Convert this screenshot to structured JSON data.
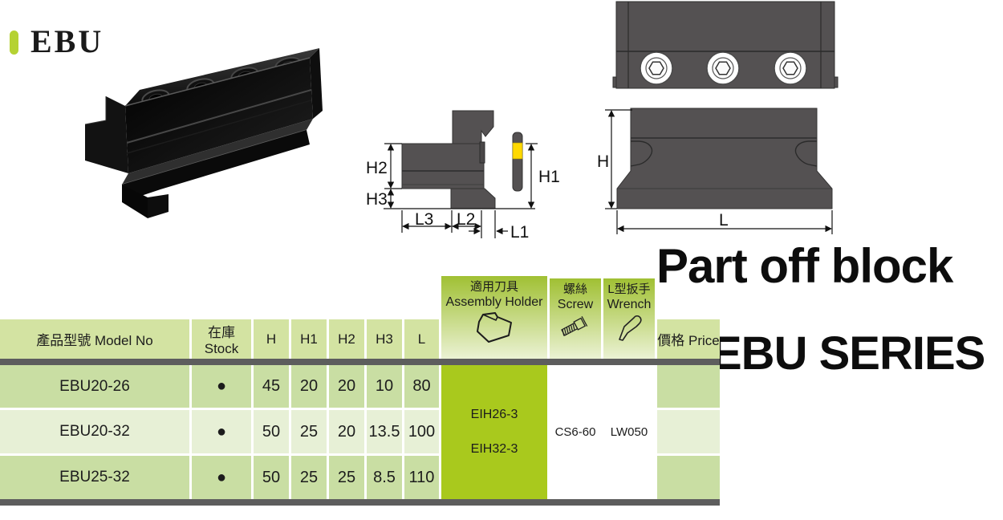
{
  "logo": {
    "text": "EBU"
  },
  "headline": {
    "title": "Part off block",
    "series": "EBU SERIES"
  },
  "diagrams": {
    "side_view": {
      "labels": {
        "h2": "H2",
        "h3": "H3",
        "l3": "L3",
        "l2": "L2",
        "l1": "L1",
        "h1": "H1"
      }
    },
    "front_view": {
      "labels": {
        "h": "H",
        "l": "L"
      }
    }
  },
  "table": {
    "headers": {
      "model": "產品型號 Model No",
      "stock": "在庫 Stock",
      "dims": [
        "H",
        "H1",
        "H2",
        "H3",
        "L"
      ],
      "assembly": {
        "zh": "適用刀具",
        "en": "Assembly Holder"
      },
      "screw": {
        "zh": "螺絲",
        "en": "Screw"
      },
      "wrench": {
        "zh": "L型扳手",
        "en": "Wrench"
      },
      "price": "價格 Price"
    },
    "rows": [
      {
        "model": "EBU20-26",
        "stock": "●",
        "h": "45",
        "h1": "20",
        "h2": "20",
        "h3": "10",
        "l": "80"
      },
      {
        "model": "EBU20-32",
        "stock": "●",
        "h": "50",
        "h1": "25",
        "h2": "20",
        "h3": "13.5",
        "l": "100"
      },
      {
        "model": "EBU25-32",
        "stock": "●",
        "h": "50",
        "h1": "25",
        "h2": "25",
        "h3": "8.5",
        "l": "110"
      }
    ],
    "assembly_holders": [
      "EIH26-3",
      "EIH32-3"
    ],
    "screw_value": "CS6-60",
    "wrench_value": "LW050"
  },
  "colors": {
    "accent_green": "#a9c91d",
    "header_green": "#d3e3a2",
    "header_gradient_top": "#a0c033",
    "row_green": "#c9dea3",
    "row_pale": "#e7f0d6",
    "bar_gray": "#5d5d5d",
    "logo_green": "#b5d233",
    "drawing_gray": "#545152",
    "insert_yellow": "#ffd900"
  }
}
